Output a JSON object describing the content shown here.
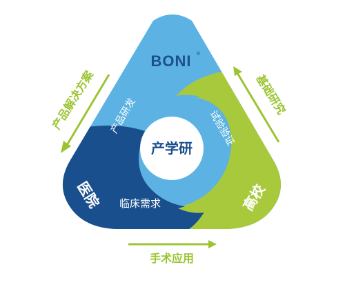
{
  "colors": {
    "light_blue": "#5cb2e2",
    "dark_blue": "#1a4f8e",
    "lime": "#a9c93d",
    "arrow_green": "#9cc431",
    "logo_blue": "#1d4f8f",
    "logo_accent": "#4ea6d9",
    "inner_text_light": "#ffffff",
    "label_text": "#ffffff"
  },
  "logo": {
    "text": "BONI",
    "mark": "®"
  },
  "center": {
    "label": "产学研"
  },
  "sectors": {
    "top": {
      "label": "产品研发"
    },
    "right": {
      "label": "试验验证"
    },
    "bottom": {
      "label": "临床需求"
    }
  },
  "corners": {
    "left": {
      "label": "医院"
    },
    "right": {
      "label": "高校"
    }
  },
  "flows": {
    "left": {
      "label": "产品解决方案"
    },
    "right": {
      "label": "基础研究"
    },
    "bottom": {
      "label": "手术应用"
    }
  }
}
